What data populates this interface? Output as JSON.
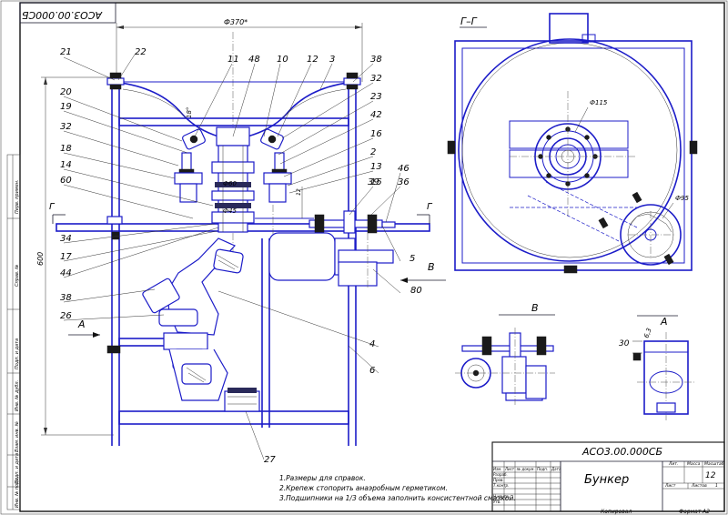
{
  "sheet": {
    "designation_stamp": "АСО3.00.000СБ",
    "designation_title": "АСО3.00.000СБ",
    "title": "Бункер",
    "sheet_count": "12",
    "format_label": "Формат",
    "format_value": "А2",
    "copied_label": "Копировал",
    "sheet_label": "Лист",
    "sheets_label": "Листов",
    "sheets_value": "1",
    "lit_label": "Лит.",
    "mass_label": "Масса",
    "scale_label": "Масштаб"
  },
  "title_block_cols": [
    "Изм.",
    "Лист",
    "№ докум.",
    "Подп.",
    "Дата"
  ],
  "title_block_rows": [
    "Разраб.",
    "Пров.",
    "Т.контр.",
    "",
    "Н.контр.",
    "Утв."
  ],
  "left_strip": [
    "Перв. примен.",
    "Справ. №",
    "Подп. и дата",
    "Инв. № дубл.",
    "Взам. инв. №",
    "Подп. и дата",
    "Инв. № подл."
  ],
  "notes": [
    "1.Размеры для справок.",
    "2.Крепеж стопорить анаэробным герметиком.",
    "3.Подшипники на 1/3 объема заполнить консистентной смазкой."
  ],
  "dimensions": {
    "width": "Ф370*",
    "height": "600",
    "d60": "Ф60",
    "d45": "Ф45",
    "d115": "Ф115",
    "d95": "Ф95",
    "angle": "18°",
    "r12": "12",
    "sec_a_angle": "6,3"
  },
  "views": {
    "section_gg": "Г–Г",
    "view_b": "В",
    "view_a": "А",
    "cut_g": "Г",
    "arrow_b": "В",
    "arrow_a": "А"
  },
  "callouts": {
    "c21": "21",
    "c22": "22",
    "c11": "11",
    "c48": "48",
    "c10": "10",
    "c12": "12",
    "c3": "3",
    "c38a": "38",
    "c32a": "32",
    "c20": "20",
    "c19": "19",
    "c23": "23",
    "c42": "42",
    "c32b": "32",
    "c16": "16",
    "c18": "18",
    "c2": "2",
    "c14": "14",
    "c13": "13",
    "c60": "60",
    "c46": "46",
    "c15": "15",
    "c36": "36",
    "c39": "39",
    "c34": "34",
    "c17": "17",
    "c5": "5",
    "c44": "44",
    "c80": "80",
    "c38b": "38",
    "c26": "26",
    "c4": "4",
    "c6": "6",
    "c27": "27",
    "c30": "30"
  }
}
